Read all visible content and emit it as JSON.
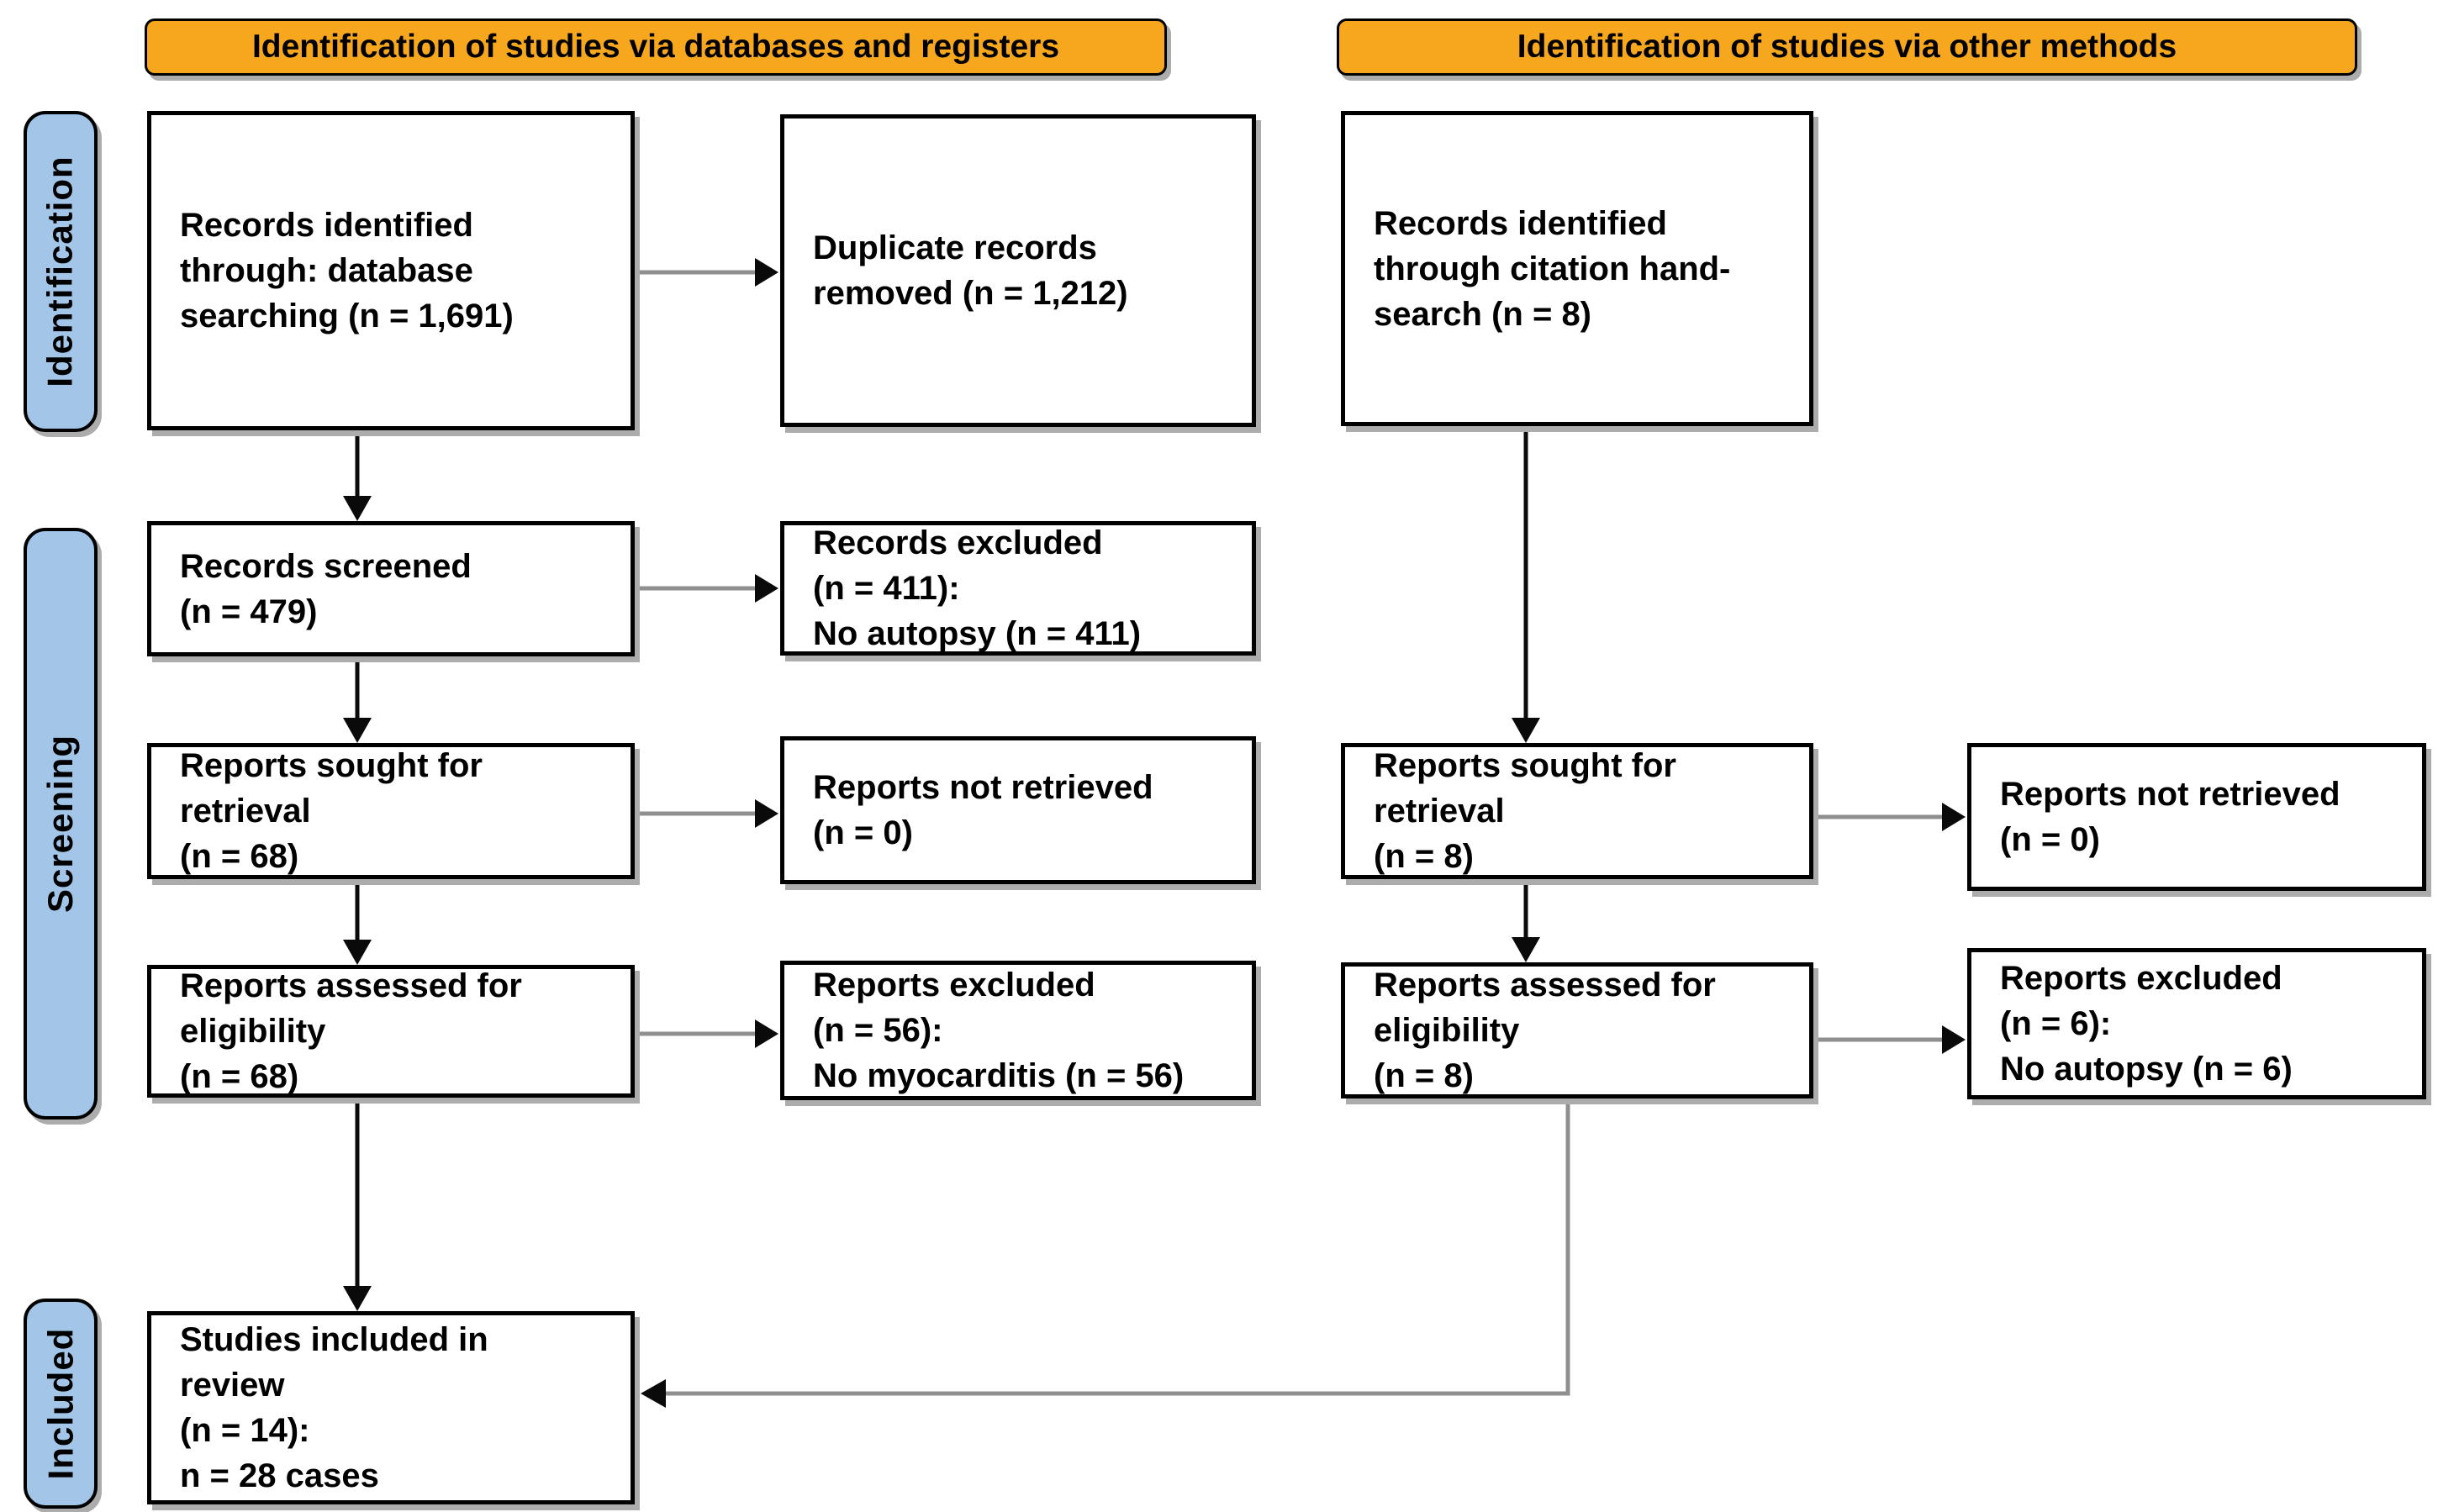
{
  "colors": {
    "banner_bg": "#F7A71E",
    "banner_border": "#000000",
    "stage_bg": "#A3C6E8",
    "stage_border": "#000000",
    "box_bg": "#FFFFFF",
    "box_border": "#000000",
    "connector_gray": "#8F8F8F",
    "connector_black": "#0A0A0A",
    "shadow": "#ACACAC"
  },
  "banners": {
    "databases": "Identification of studies via databases and registers",
    "other": "Identification of studies via other methods"
  },
  "stages": {
    "identification": "Identification",
    "screening": "Screening",
    "included": "Included"
  },
  "boxes": {
    "records_identified": "Records identified\nthrough: database\nsearching (n = 1,691)",
    "duplicates_removed": "Duplicate records\nremoved (n = 1,212)",
    "records_screened": "Records screened\n(n = 479)",
    "records_excluded": "Records excluded\n(n = 411):\nNo autopsy (n = 411)",
    "reports_sought_db": "Reports sought for\nretrieval\n(n = 68)",
    "reports_not_retrieved_db": "Reports not retrieved\n(n = 0)",
    "reports_assessed_db": "Reports assessed for\neligibility\n(n = 68)",
    "reports_excluded_db": "Reports excluded\n(n = 56):\nNo myocarditis (n = 56)",
    "records_identified_other": "Records identified\nthrough citation hand-\nsearch (n = 8)",
    "reports_sought_other": "Reports sought for\nretrieval\n(n = 8)",
    "reports_not_retrieved_other": "Reports not retrieved\n(n = 0)",
    "reports_assessed_other": "Reports assessed for\neligibility\n(n = 8)",
    "reports_excluded_other": "Reports excluded\n(n = 6):\nNo autopsy (n = 6)",
    "studies_included": "Studies included in\nreview\n(n = 14):\nn = 28 cases"
  }
}
